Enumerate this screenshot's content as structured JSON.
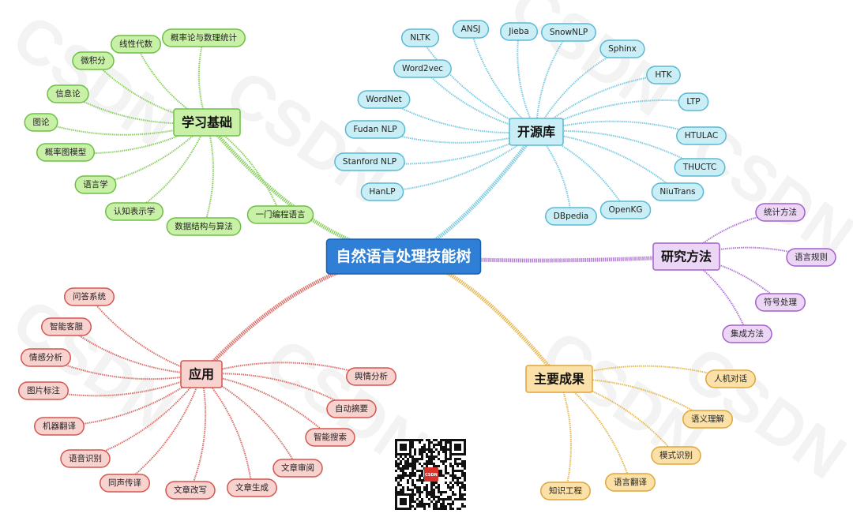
{
  "root": {
    "label": "自然语言处理技能树",
    "color": "#2f7fd6",
    "stroke": "#1a5fae"
  },
  "branches": [
    {
      "id": "learning",
      "label": "学习基础",
      "fill": "#c8f0a6",
      "stroke": "#6cbf45",
      "line": "#8ccf62",
      "children": [
        "概率论与数理统计",
        "线性代数",
        "微积分",
        "信息论",
        "图论",
        "概率图模型",
        "语言学",
        "认知表示学",
        "数据结构与算法",
        "一门编程语言"
      ]
    },
    {
      "id": "opensource",
      "label": "开源库",
      "fill": "#c9eef6",
      "stroke": "#5bb8d4",
      "line": "#7ccbe0",
      "children": [
        "NLTK",
        "ANSJ",
        "Jieba",
        "SnowNLP",
        "Sphinx",
        "HTK",
        "LTP",
        "HTULAC",
        "THUCTC",
        "NiuTrans",
        "OpenKG",
        "DBpedia",
        "HanLP",
        "Stanford NLP",
        "Fudan NLP",
        "WordNet",
        "Word2vec"
      ]
    },
    {
      "id": "research",
      "label": "研究方法",
      "fill": "#ecd6f6",
      "stroke": "#a45fcb",
      "line": "#b27ad6",
      "children": [
        "统计方法",
        "语言规则",
        "符号处理",
        "集成方法"
      ]
    },
    {
      "id": "results",
      "label": "主要成果",
      "fill": "#fbe1a8",
      "stroke": "#dfa53a",
      "line": "#e6b955",
      "children": [
        "人机对话",
        "语义理解",
        "模式识别",
        "语言翻译",
        "知识工程"
      ]
    },
    {
      "id": "applications",
      "label": "应用",
      "fill": "#f8d2ce",
      "stroke": "#d4554e",
      "line": "#d8716a",
      "children": [
        "问答系统",
        "智能客服",
        "情感分析",
        "图片标注",
        "机器翻译",
        "语音识别",
        "同声传译",
        "文章改写",
        "文章生成",
        "文章审阅",
        "智能搜索",
        "自动摘要",
        "舆情分析"
      ]
    }
  ],
  "qr": {
    "badge": "CSDN"
  },
  "watermark": "CSDN"
}
